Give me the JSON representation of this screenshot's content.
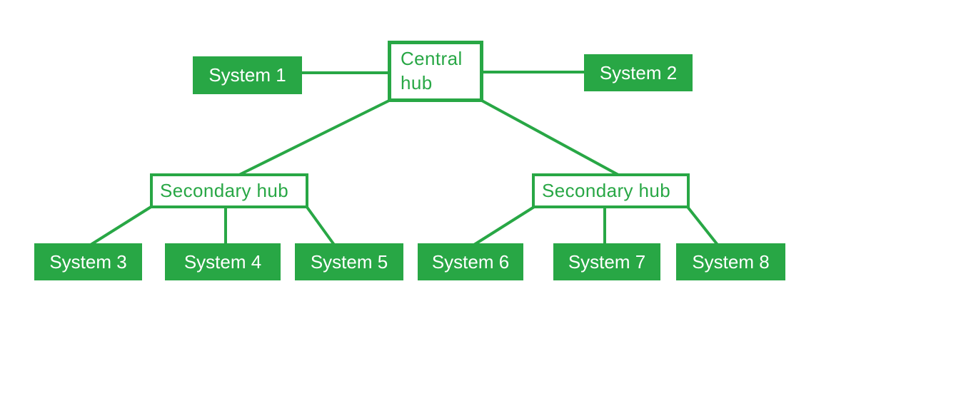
{
  "diagram": {
    "description": "Hub and spoke network tree diagram",
    "colors": {
      "green": "#28a745",
      "background": "#ffffff",
      "leaf_text": "#ffffff"
    },
    "nodes": {
      "central_hub": {
        "label": "Central hub",
        "type": "hub"
      },
      "system_1": {
        "label": "System 1",
        "type": "leaf"
      },
      "system_2": {
        "label": "System 2",
        "type": "leaf"
      },
      "secondary_hub_left": {
        "label": "Secondary hub",
        "type": "hub"
      },
      "secondary_hub_right": {
        "label": "Secondary hub",
        "type": "hub"
      },
      "system_3": {
        "label": "System 3",
        "type": "leaf"
      },
      "system_4": {
        "label": "System 4",
        "type": "leaf"
      },
      "system_5": {
        "label": "System 5",
        "type": "leaf"
      },
      "system_6": {
        "label": "System 6",
        "type": "leaf"
      },
      "system_7": {
        "label": "System 7",
        "type": "leaf"
      },
      "system_8": {
        "label": "System 8",
        "type": "leaf"
      }
    },
    "edges": [
      {
        "from": "system_1",
        "to": "central_hub"
      },
      {
        "from": "central_hub",
        "to": "system_2"
      },
      {
        "from": "central_hub",
        "to": "secondary_hub_left"
      },
      {
        "from": "central_hub",
        "to": "secondary_hub_right"
      },
      {
        "from": "secondary_hub_left",
        "to": "system_3"
      },
      {
        "from": "secondary_hub_left",
        "to": "system_4"
      },
      {
        "from": "secondary_hub_left",
        "to": "system_5"
      },
      {
        "from": "secondary_hub_right",
        "to": "system_6"
      },
      {
        "from": "secondary_hub_right",
        "to": "system_7"
      },
      {
        "from": "secondary_hub_right",
        "to": "system_8"
      }
    ]
  }
}
